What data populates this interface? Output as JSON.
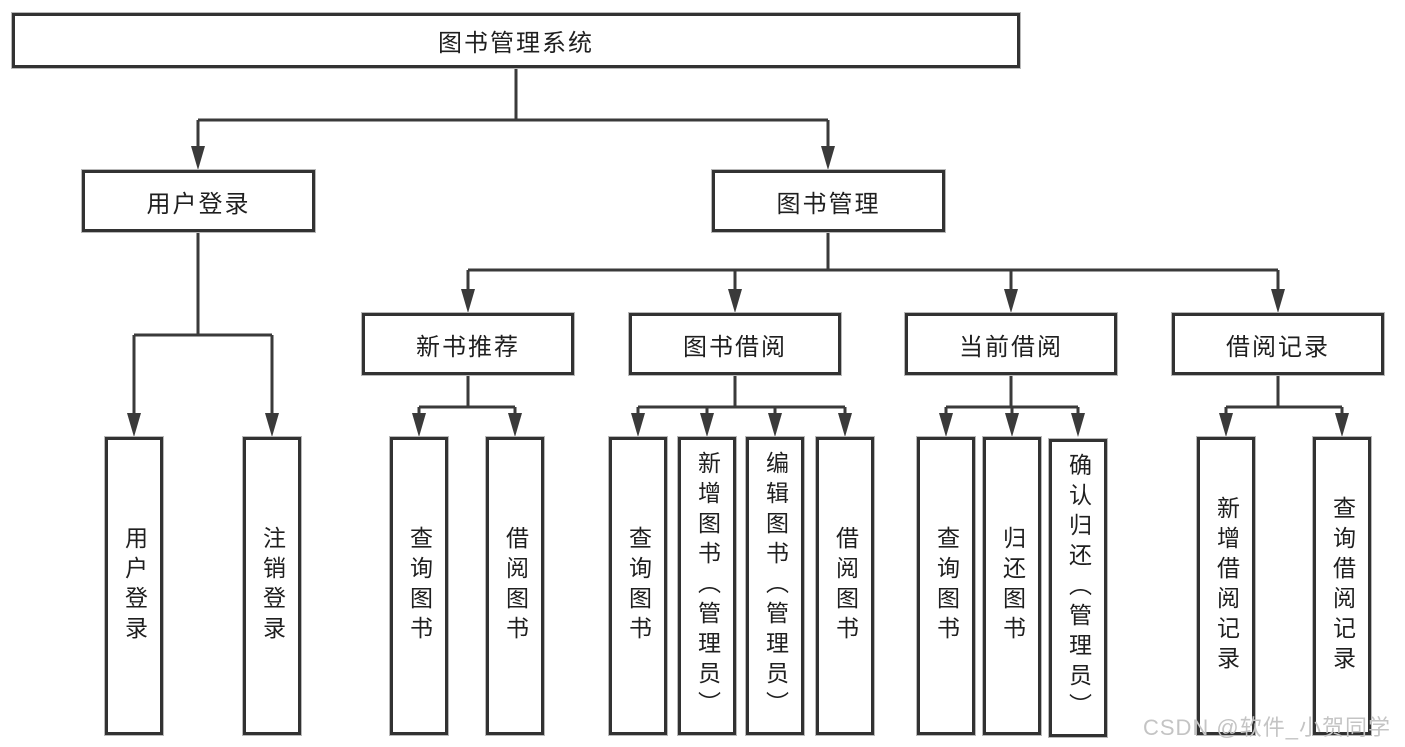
{
  "diagram_type": "hierarchy-tree",
  "root": {
    "label": "图书管理系统",
    "children": [
      {
        "label": "用户登录",
        "children": [
          {
            "label": "用户登录"
          },
          {
            "label": "注销登录"
          }
        ]
      },
      {
        "label": "图书管理",
        "children": [
          {
            "label": "新书推荐",
            "children": [
              {
                "label": "查询图书"
              },
              {
                "label": "借阅图书"
              }
            ]
          },
          {
            "label": "图书借阅",
            "children": [
              {
                "label": "查询图书"
              },
              {
                "label": "新增图书（管理员）"
              },
              {
                "label": "编辑图书（管理员）"
              },
              {
                "label": "借阅图书"
              }
            ]
          },
          {
            "label": "当前借阅",
            "children": [
              {
                "label": "查询图书"
              },
              {
                "label": "归还图书"
              },
              {
                "label": "确认归还（管理员）"
              }
            ]
          },
          {
            "label": "借阅记录",
            "children": [
              {
                "label": "新增借阅记录"
              },
              {
                "label": "查询借阅记录"
              }
            ]
          }
        ]
      }
    ]
  },
  "watermark": "CSDN @软件_小贺同学",
  "colors": {
    "line": "#3a3a3a",
    "box_border": "#323232",
    "text": "#1f1f1f",
    "watermark": "#c4c4c4",
    "background": "#ffffff"
  }
}
